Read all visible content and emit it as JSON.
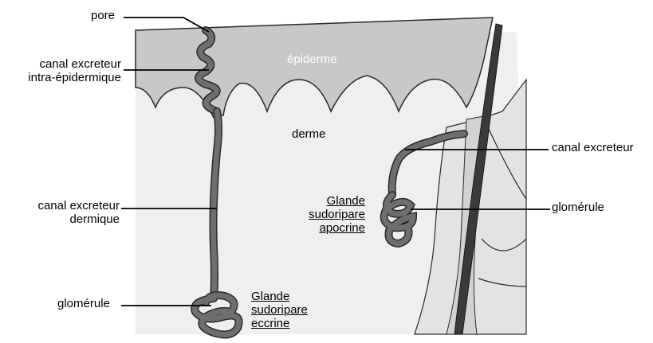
{
  "labels": {
    "pore": "pore",
    "canal_intra_line1": "canal excreteur",
    "canal_intra_line2": "intra-épidermique",
    "epiderme": "épiderme",
    "derme": "derme",
    "canal_dermique_line1": "canal excreteur",
    "canal_dermique_line2": "dermique",
    "glomerule_left": "glomérule",
    "glande_eccrine_line1": "Glande",
    "glande_eccrine_line2": "sudoripare",
    "glande_eccrine_line3": "eccrine",
    "canal_excreteur_right": "canal excreteur",
    "glande_apocrine_line1": "Glande",
    "glande_apocrine_line2": "sudoripare",
    "glande_apocrine_line3": "apocrine",
    "glomerule_right": "glomérule"
  },
  "colors": {
    "epidermis": "#c8c8c8",
    "dermis": "#efefef",
    "duct": "#6e6e6e",
    "hair": "#3a3a3a",
    "follicle": "#dcdcdc",
    "outline": "#2a2a2a"
  }
}
